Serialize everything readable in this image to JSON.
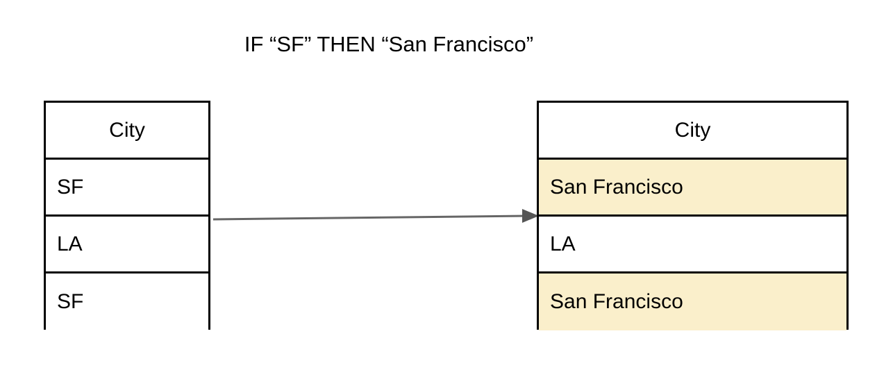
{
  "title": "IF “SF” THEN “San Francisco”",
  "colors": {
    "highlight": "#faefcb",
    "border": "#000000",
    "arrow": "#666666",
    "background": "#ffffff",
    "text": "#000000"
  },
  "source_table": {
    "name": "source-table",
    "header": "City",
    "rows": [
      {
        "value": "SF",
        "highlighted": false
      },
      {
        "value": "LA",
        "highlighted": false
      },
      {
        "value": "SF",
        "highlighted": false
      }
    ]
  },
  "target_table": {
    "name": "target-table",
    "header": "City",
    "rows": [
      {
        "value": "San Francisco",
        "highlighted": true
      },
      {
        "value": "LA",
        "highlighted": false
      },
      {
        "value": "San Francisco",
        "highlighted": true
      }
    ]
  },
  "arrow": {
    "name": "transform-arrow",
    "direction": "right",
    "label": ""
  }
}
